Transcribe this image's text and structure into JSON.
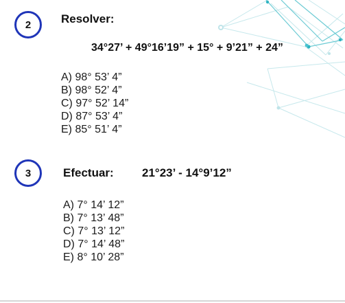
{
  "question2": {
    "number": "2",
    "title": "Resolver:",
    "expression": "34°27’ + 49°16’19” + 15° + 9’21” + 24”",
    "options": [
      "A)  98° 53’ 4”",
      "B)  98° 52’ 4”",
      "C)  97° 52’ 14”",
      "D)  87° 53’ 4”",
      "E)  85° 51’ 4”"
    ]
  },
  "question3": {
    "number": "3",
    "title": "Efectuar:",
    "expression": "21°23’ - 14°9’12”",
    "options": [
      "A)  7° 14’ 12”",
      "B)  7° 13’ 48”",
      "C)  7° 13’ 12”",
      "D)  7° 14’ 48”",
      "E)  8° 10’ 28”"
    ]
  },
  "decoration": {
    "line_color": "#a9dde2",
    "node_color": "#2fb4c2"
  }
}
